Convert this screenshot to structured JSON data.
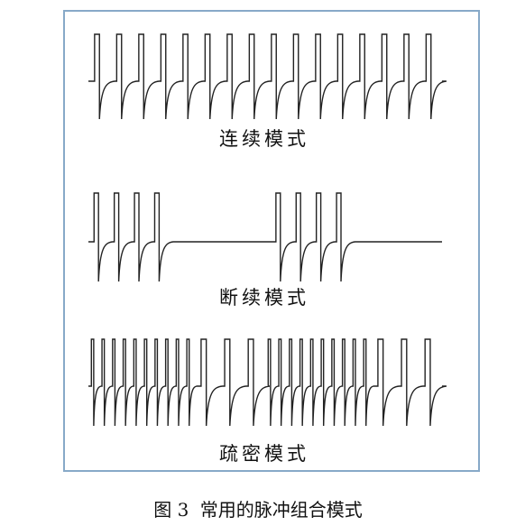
{
  "modes": [
    {
      "label": "连续模式",
      "pattern": "continuous",
      "pulse_groups": [
        {
          "count": 16,
          "spacing_ratio": 1.0
        }
      ]
    },
    {
      "label": "断续模式",
      "pattern": "intermittent",
      "pulse_groups": [
        {
          "count": 4,
          "spacing_ratio": 1.0
        },
        {
          "pause_ratio": 5.0
        },
        {
          "count": 4,
          "spacing_ratio": 1.0
        },
        {
          "pause_ratio": 4.5
        }
      ]
    },
    {
      "label": "疏密模式",
      "pattern": "dense-sparse",
      "pulse_groups": [
        {
          "count": 10,
          "spacing_ratio": 0.45
        },
        {
          "count": 3,
          "spacing_ratio": 1.0
        },
        {
          "count": 10,
          "spacing_ratio": 0.45
        },
        {
          "count": 3,
          "spacing_ratio": 1.0
        }
      ]
    }
  ],
  "caption": {
    "figure_number": "图 3",
    "text": "常用的脉冲组合模式"
  },
  "colors": {
    "frame_border": "#87a9c8",
    "wave_stroke": "#222222",
    "text": "#111111"
  }
}
